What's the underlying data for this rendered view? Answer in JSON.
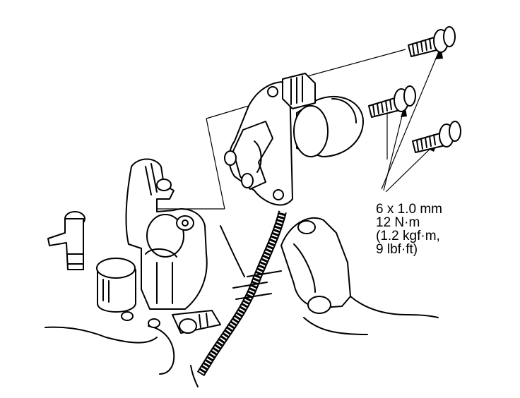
{
  "spec": {
    "size": "6 x 1.0 mm",
    "torque_nm": "12 N·m",
    "torque_kgfm": "(1.2 kgf·m,",
    "torque_lbfft": "9 lbf·ft)"
  },
  "colors": {
    "ink": "#000000",
    "paper": "#ffffff"
  }
}
